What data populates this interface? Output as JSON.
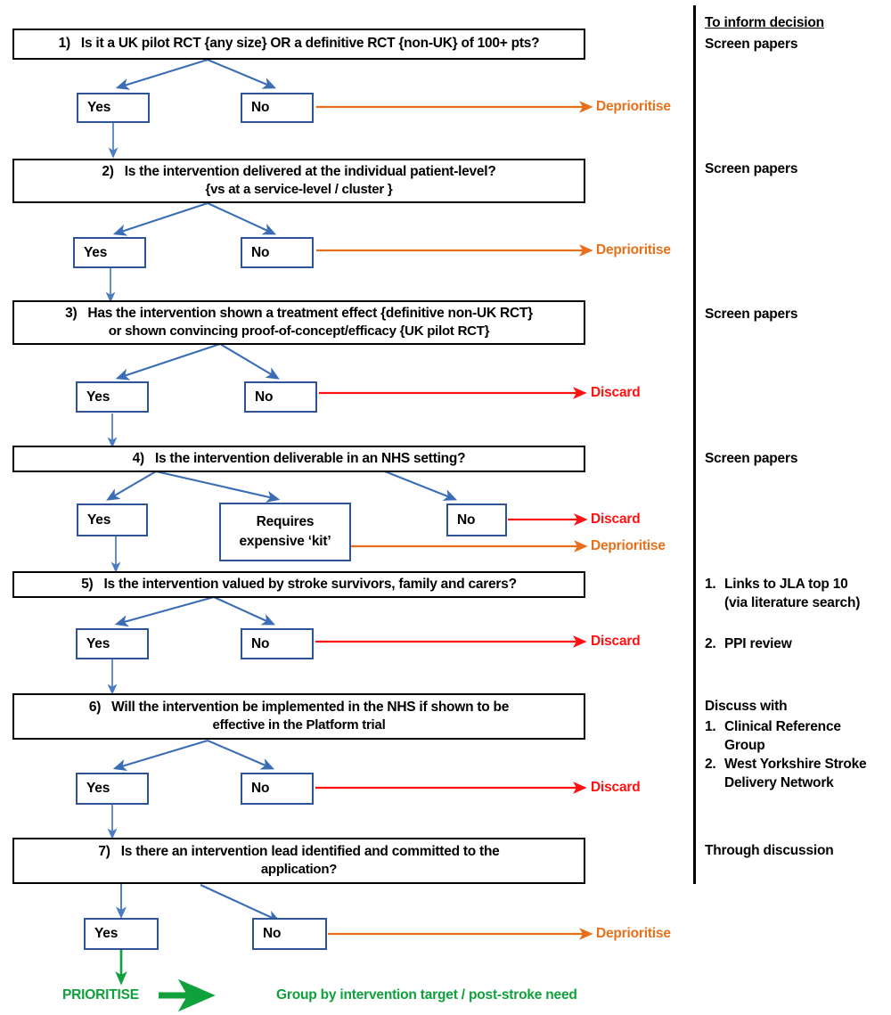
{
  "title": "Intervention prioritisation decision flowchart",
  "colors": {
    "question_border": "#000000",
    "option_border": "#2E5496",
    "arrow_blue": "#3B6DB5",
    "deprioritise": "#E8701A",
    "discard": "#FF1111",
    "prioritise": "#0EA13C"
  },
  "questions": [
    {
      "number": "1)",
      "line1": "Is it a UK pilot RCT {any size} OR a definitive RCT {non-UK} of 100+ pts?",
      "line2": ""
    },
    {
      "number": "2)",
      "line1": "Is the intervention delivered at the individual patient-level?",
      "line2": "{vs at a service-level / cluster }"
    },
    {
      "number": "3)",
      "line1": "Has the intervention shown a treatment effect {definitive non-UK RCT}",
      "line2": "or shown convincing proof-of-concept/efficacy {UK pilot RCT}"
    },
    {
      "number": "4)",
      "line1": "Is the intervention deliverable in an NHS setting?",
      "line2": ""
    },
    {
      "number": "5)",
      "line1": "Is the intervention valued by stroke survivors, family and carers?",
      "line2": ""
    },
    {
      "number": "6)",
      "line1": "Will the intervention be implemented in the NHS if shown to be",
      "line2": "effective in the Platform trial"
    },
    {
      "number": "7)",
      "line1": "Is there an intervention lead identified and committed to the",
      "line2": "application?"
    }
  ],
  "options": {
    "yes": "Yes",
    "no": "No",
    "kit_line1": "Requires",
    "kit_line2": "expensive ‘kit’"
  },
  "outcomes": {
    "deprioritise": "Deprioritise",
    "discard": "Discard",
    "prioritise": "PRIORITISE",
    "group_by": "Group by intervention target / post-stroke need"
  },
  "right_column": {
    "heading": "To inform decision",
    "notes": [
      "Screen papers",
      "Screen papers",
      "Screen papers",
      "Screen papers",
      "Through discussion"
    ],
    "jla": {
      "item1_mark": "1.",
      "item1_text": "Links to JLA top 10",
      "item1_sub": "(via literature search)",
      "item2_mark": "2.",
      "item2_text": "PPI review"
    },
    "discuss": {
      "heading": "Discuss with",
      "item1_mark": "1.",
      "item1_text": "Clinical Reference",
      "item1_cont": "Group",
      "item2_mark": "2.",
      "item2_text": "West Yorkshire Stroke",
      "item2_cont": "Delivery Network"
    }
  }
}
